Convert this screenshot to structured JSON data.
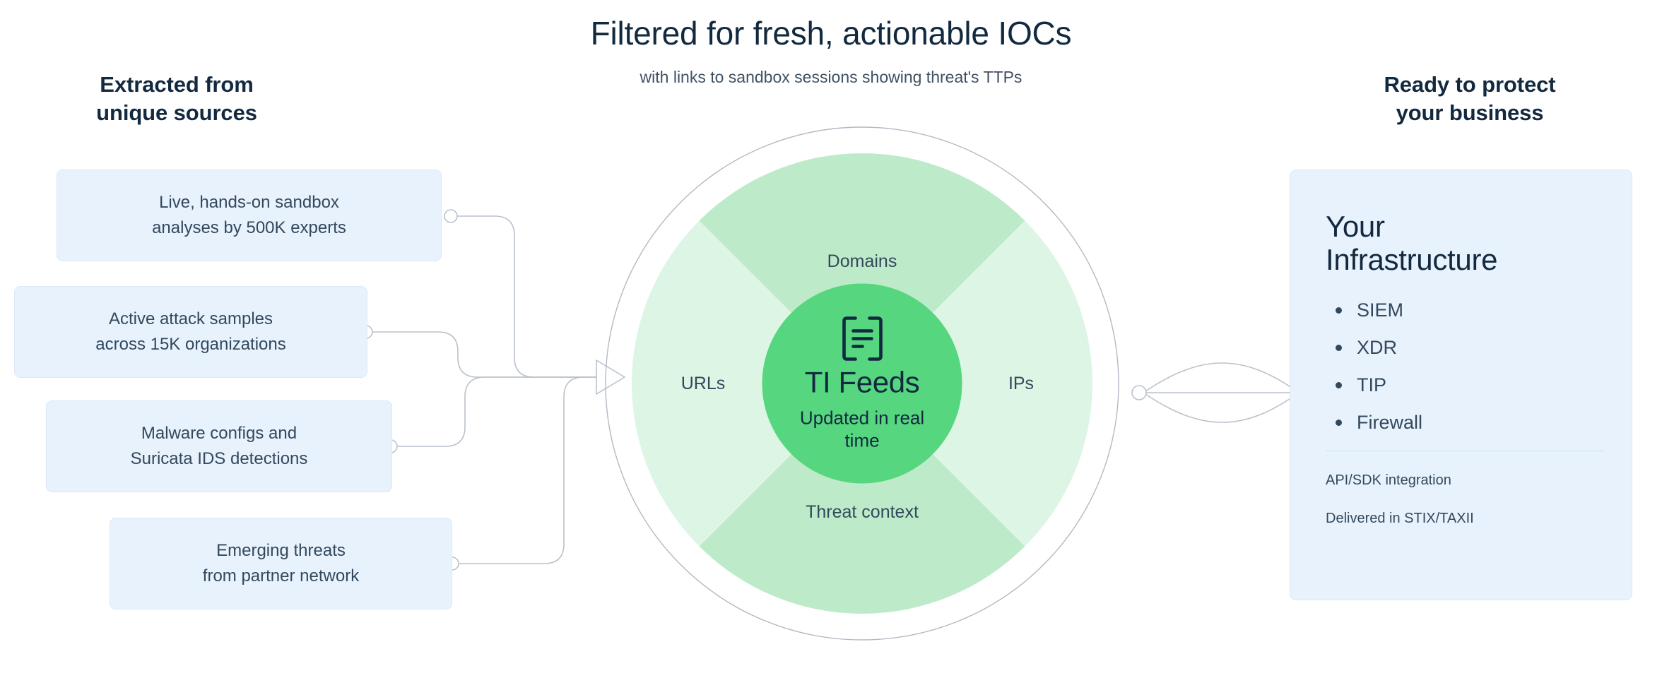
{
  "header": {
    "title": "Filtered for fresh, actionable IOCs",
    "subtitle": "with links to sandbox sessions showing threat's TTPs"
  },
  "left_column": {
    "heading_line1": "Extracted from",
    "heading_line2": "unique sources",
    "sources": [
      {
        "line1": "Live, hands-on sandbox",
        "line2": "analyses by 500K experts"
      },
      {
        "line1": "Active attack samples",
        "line2": "across 15K organizations"
      },
      {
        "line1": "Malware configs and",
        "line2": "Suricata IDS detections"
      },
      {
        "line1": "Emerging threats",
        "line2": "from partner network"
      }
    ]
  },
  "center": {
    "hub_title": "TI Feeds",
    "hub_subtitle": "Updated in real time",
    "hub_icon": "feed-document-icon",
    "ring_labels": {
      "top": "Domains",
      "bottom": "Threat context",
      "left": "URLs",
      "right": "IPs"
    }
  },
  "right_column": {
    "heading_line1": "Ready to protect",
    "heading_line2": "your business",
    "panel_title_line1": "Your",
    "panel_title_line2": "Infrastructure",
    "items": [
      "SIEM",
      "XDR",
      "TIP",
      "Firewall"
    ],
    "note1": "API/SDK integration",
    "note2": "Delivered in STIX/TAXII"
  },
  "colors": {
    "page_background": "#ffffff",
    "heading_text": "#12293f",
    "body_text": "#33485c",
    "box_fill": "#e8f2fd",
    "box_border": "#dbe8f7",
    "connector_line": "#b9c2cc",
    "ring_outer_stroke": "#b3b9c4",
    "ring_quadrant_strong": "#bdebc9",
    "ring_quadrant_soft": "#ddf5e4",
    "hub_green": "#56d67f",
    "divider": "#ccdff2"
  }
}
